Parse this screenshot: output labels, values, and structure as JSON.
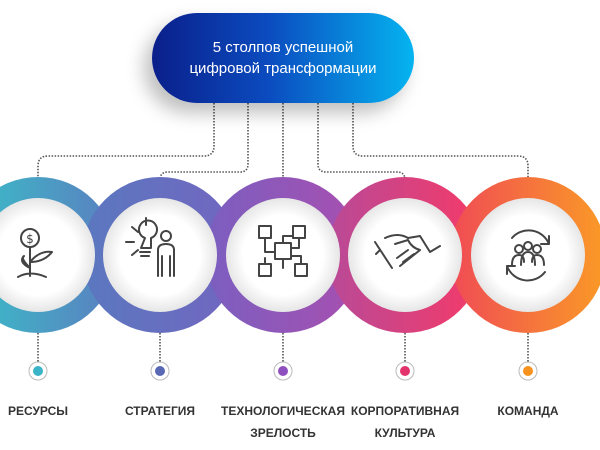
{
  "title": {
    "line1": "5 столпов успешной",
    "line2": "цифровой трансформации"
  },
  "pillars": [
    {
      "label": "РЕСУРСЫ",
      "label2": "",
      "icon": "money-plant-icon",
      "color": "#3bb4c9"
    },
    {
      "label": "СТРАТЕГИЯ",
      "label2": "",
      "icon": "idea-person-icon",
      "color": "#5868b4"
    },
    {
      "label": "ТЕХНОЛОГИЧЕСКАЯ",
      "label2": "ЗРЕЛОСТЬ",
      "icon": "network-chip-icon",
      "color": "#8e4fbf"
    },
    {
      "label": "КОРПОРАТИВНАЯ",
      "label2": "КУЛЬТУРА",
      "icon": "handshake-icon",
      "color": "#e2336d"
    },
    {
      "label": "КОМАНДА",
      "label2": "",
      "icon": "team-cycle-icon",
      "color": "#f7921e"
    }
  ]
}
